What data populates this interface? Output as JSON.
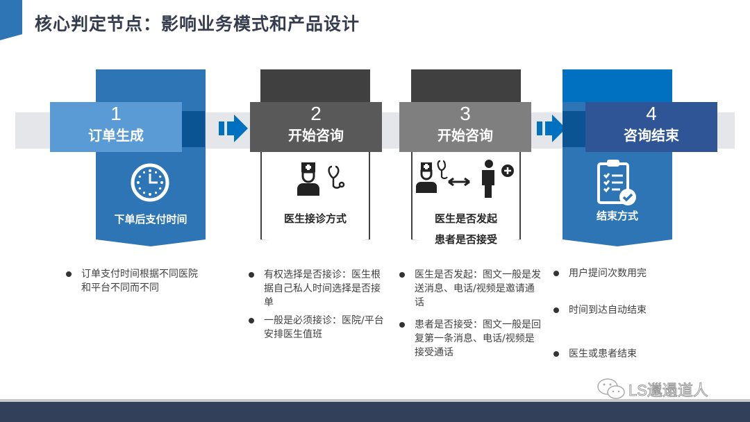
{
  "title": "核心判定节点：影响业务模式和产品设计",
  "steps": [
    {
      "number": "1",
      "label": "订单生成",
      "caption": "下单后支付时间",
      "icon": "clock-icon",
      "bullets": [
        "订单支付时间根据不同医院和平台不同而不同"
      ]
    },
    {
      "number": "2",
      "label": "开始咨询",
      "caption": "医生接诊方式",
      "icon": "doctor-stethoscope-icon",
      "bullets": [
        "有权选择是否接诊：医生根据自己私人时间选择是否接单",
        "一般是必须接诊：医院/平台安排医生值班"
      ]
    },
    {
      "number": "3",
      "label": "开始咨询",
      "caption": "医生是否发起",
      "caption2": "患者是否接受",
      "icon": "doctor-patient-icon",
      "bullets": [
        "医生是否发起：图文一般是发送消息、电话/视频是邀请通话",
        "患者是否接受：图文一般是回复第一条消息、电话/视频是接受通话"
      ]
    },
    {
      "number": "4",
      "label": "咨询结束",
      "caption": "结束方式",
      "icon": "clipboard-check-icon",
      "bullets": [
        "用户提问次数用完",
        "时间到达自动结束",
        "医生或患者结束"
      ]
    }
  ],
  "watermark": "LS邋遢道人",
  "colors": {
    "blue": "#2e75b6",
    "lightblue": "#5b9bd5",
    "navy": "#2f5597",
    "dark": "#404040",
    "gray": "#595959",
    "midgray": "#7f7f7f",
    "footer": "#334059"
  }
}
